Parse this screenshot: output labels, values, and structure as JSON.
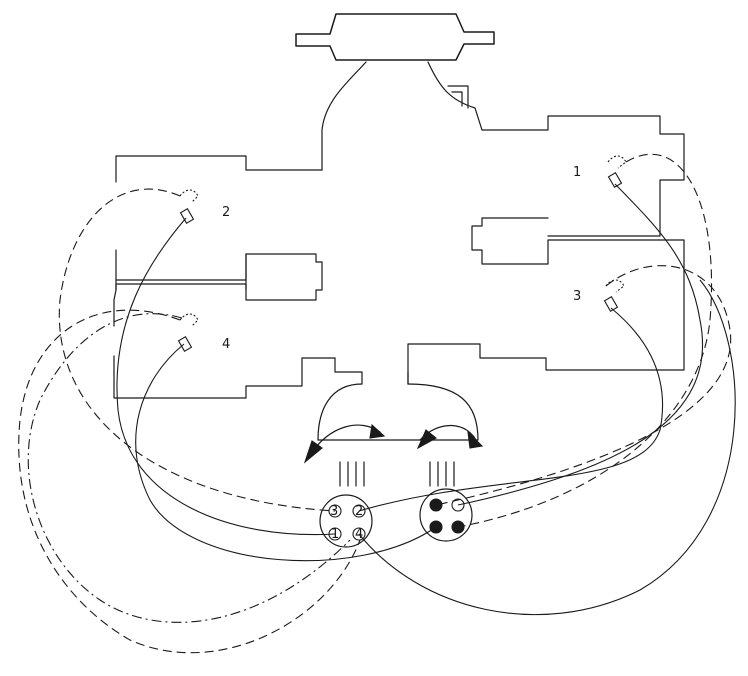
{
  "cylinders": [
    {
      "id": "cyl-1",
      "label": "1"
    },
    {
      "id": "cyl-2",
      "label": "2"
    },
    {
      "id": "cyl-3",
      "label": "3"
    },
    {
      "id": "cyl-4",
      "label": "4"
    }
  ],
  "distributor_left": {
    "terminals": [
      "3",
      "2",
      "1",
      "4"
    ]
  },
  "line_color": "#1a1a1a",
  "background": "#ffffff"
}
